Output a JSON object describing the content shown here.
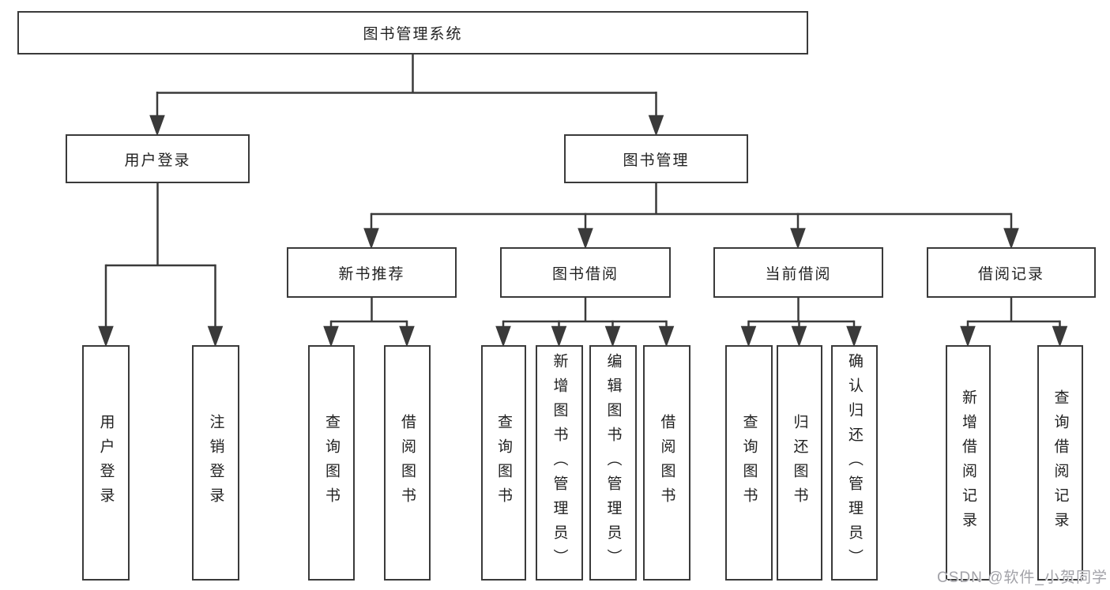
{
  "diagram": {
    "title": "图书管理系统",
    "type": "hierarchy-tree"
  },
  "nodes": {
    "root": "图书管理系统",
    "level2": [
      "用户登录",
      "图书管理"
    ],
    "level3": [
      "新书推荐",
      "图书借阅",
      "当前借阅",
      "借阅记录"
    ],
    "leaves": {
      "login": [
        "用户登录",
        "注销登录"
      ],
      "newbook": [
        "查询图书",
        "借阅图书"
      ],
      "borrow": [
        "查询图书",
        "新增图书（管理员）",
        "编辑图书（管理员）",
        "借阅图书"
      ],
      "current": [
        "查询图书",
        "归还图书",
        "确认归还（管理员）"
      ],
      "record": [
        "新增借阅记录",
        "查询借阅记录"
      ]
    }
  },
  "colors": {
    "line": "#3a3a3a",
    "box_border": "#3a3a3a",
    "text": "#222222",
    "watermark": "#a2a2a8",
    "background": "#ffffff"
  },
  "watermark": "CSDN @软件_小贺同学"
}
